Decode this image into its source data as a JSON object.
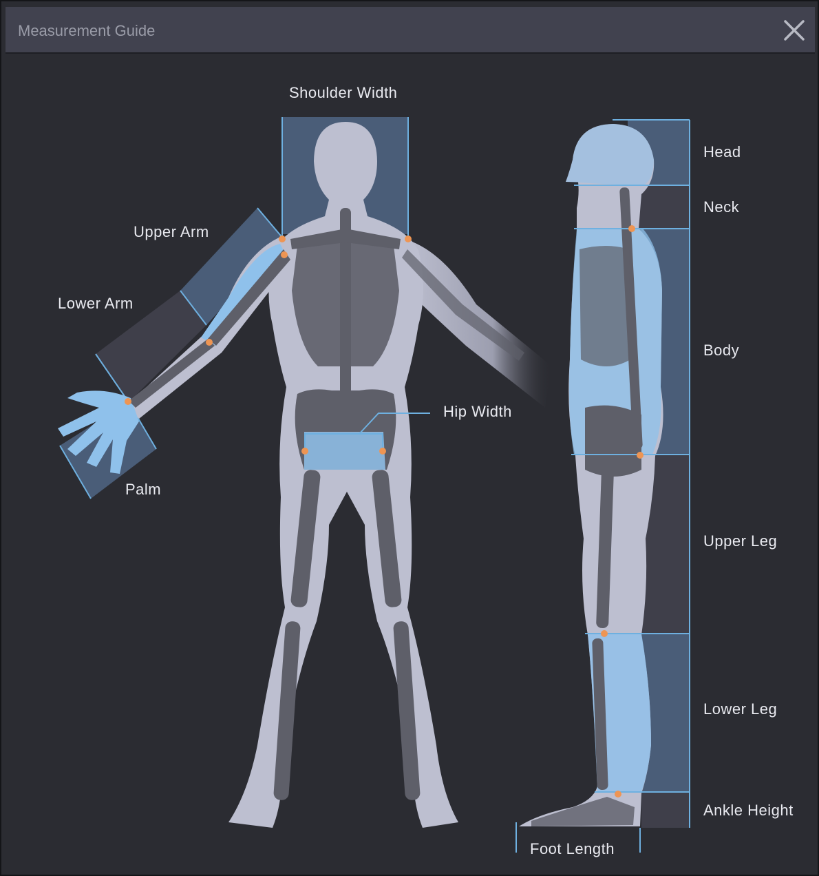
{
  "window": {
    "title": "Measurement Guide"
  },
  "icons": {
    "close": "close-icon"
  },
  "labels": {
    "shoulder_width": "Shoulder Width",
    "upper_arm": "Upper Arm",
    "lower_arm": "Lower Arm",
    "palm": "Palm",
    "hip_width": "Hip Width",
    "head": "Head",
    "neck": "Neck",
    "body": "Body",
    "upper_leg": "Upper Leg",
    "lower_leg": "Lower Leg",
    "ankle_height": "Ankle Height",
    "foot_length": "Foot Length"
  },
  "colors": {
    "background": "#2b2c32",
    "titlebar": "#41424f",
    "silhouette": "#bdbfd0",
    "bone": "#5e5f69",
    "highlight": "#8fc1eb",
    "zone": "#4a5d78",
    "zone_dark": "#3f3f4a",
    "marker": "#ee9553",
    "guide_line": "#6eb0e0"
  }
}
